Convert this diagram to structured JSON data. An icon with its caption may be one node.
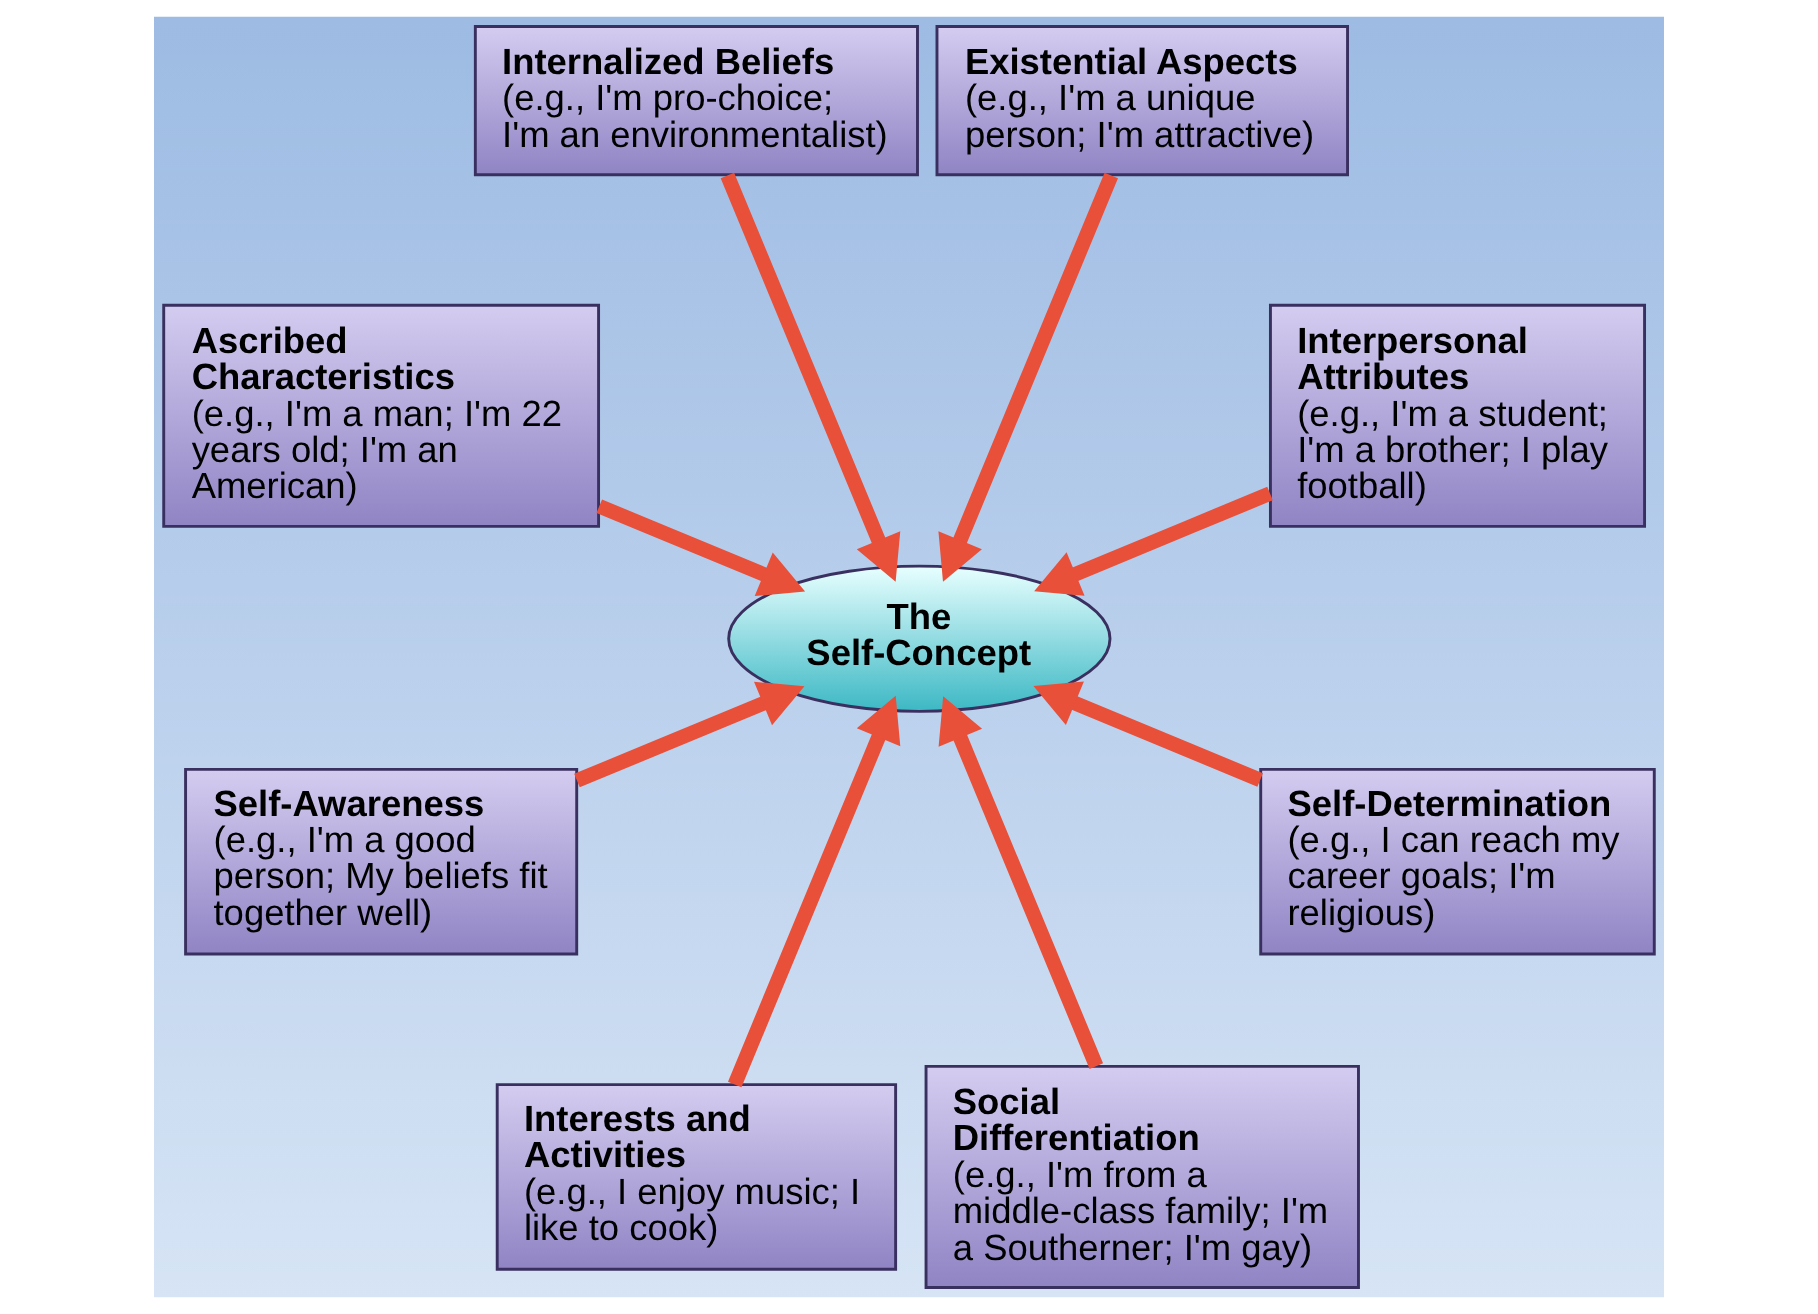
{
  "diagram": {
    "nodes": [
      {
        "text": [
          "Interpersonal Attributes",
          "(e.g., I'm a student; I'm a brother; I play football)"
        ]
      },
      {
        "text": [
          "Existential Aspects",
          "(e.g., I'm a unique person; I'm attractive)"
        ]
      },
      {
        "text": [
          "Internalized Beliefs",
          "(e.g., I'm pro-choice; I'm an environmentalist)"
        ]
      },
      {
        "text": [
          "Ascribed Characteristics",
          "(e.g., I'm a man; I'm 22 years old; I'm an American)"
        ]
      },
      {
        "text": [
          "The Self-Concept"
        ]
      },
      {
        "text": [
          "Self-Awareness",
          "(e.g., I'm a good person; My beliefs fit together well)"
        ]
      },
      {
        "text": [
          "Interests and Activities",
          "(e.g., I enjoy music; I like to cook)"
        ]
      },
      {
        "text": [
          "Social Differentiation",
          "(e.g., I'm from a middle-class family; I'm a Southerner; I'm gay)"
        ]
      },
      {
        "text": [
          "Self-Determination",
          "(e.g., I can reach my career goals; I'm religious)"
        ]
      }
    ],
    "edges": [
      {
        "from": 0,
        "to": 4,
        "arrow": "to"
      },
      {
        "from": 1,
        "to": 4,
        "arrow": "to"
      },
      {
        "from": 2,
        "to": 4,
        "arrow": "to"
      },
      {
        "from": 3,
        "to": 4,
        "arrow": "to"
      },
      {
        "from": 5,
        "to": 4,
        "arrow": "to"
      },
      {
        "from": 6,
        "to": 4,
        "arrow": "to"
      },
      {
        "from": 7,
        "to": 4,
        "arrow": "to"
      },
      {
        "from": 8,
        "to": 4,
        "arrow": "to"
      }
    ]
  }
}
